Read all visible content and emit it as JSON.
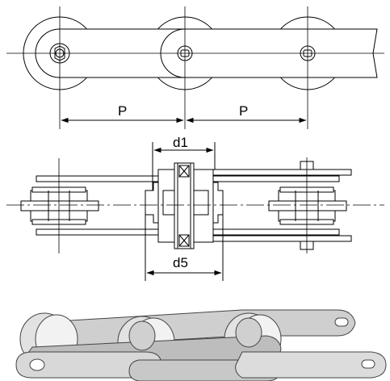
{
  "top_view": {
    "pitch_left_label": "P",
    "pitch_right_label": "P"
  },
  "section_view": {
    "upper_dimension_label": "d1",
    "lower_dimension_label": "d5"
  },
  "colors": {
    "line": "#000000",
    "face_light": "#e6e6e6",
    "face_mid": "#bdbdbd",
    "face_dark": "#7a7a7a"
  }
}
